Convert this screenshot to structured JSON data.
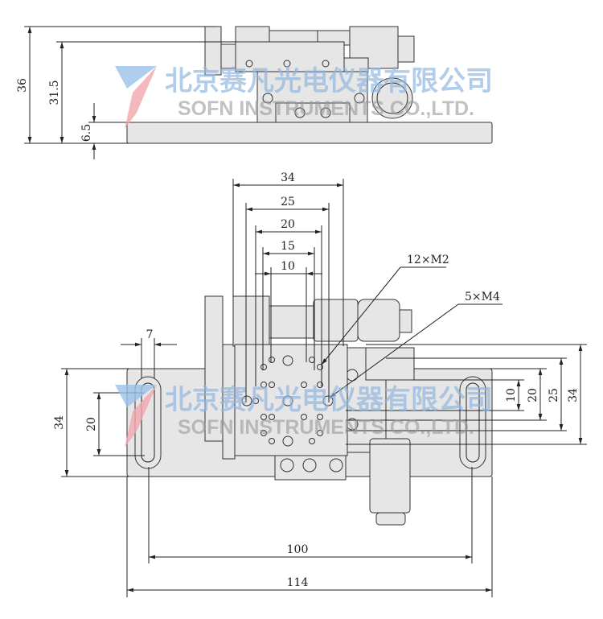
{
  "top_view": {
    "dims": {
      "total_height": "36",
      "stage_height": "31.5",
      "base_thickness": "6.5"
    }
  },
  "bottom_view": {
    "dims_top": [
      "34",
      "25",
      "20",
      "15",
      "10"
    ],
    "slot_width": "7",
    "left_dims": [
      "34",
      "20"
    ],
    "right_dims": [
      "10",
      "20",
      "25",
      "34"
    ],
    "bottom_dims": [
      "100",
      "114"
    ],
    "callouts": {
      "m2": "12×M2",
      "m4": "5×M4"
    }
  },
  "watermark": {
    "cn": "北京赛凡光电仪器有限公司",
    "en": "SOFN INSTRUMENTS CO.,LTD."
  }
}
